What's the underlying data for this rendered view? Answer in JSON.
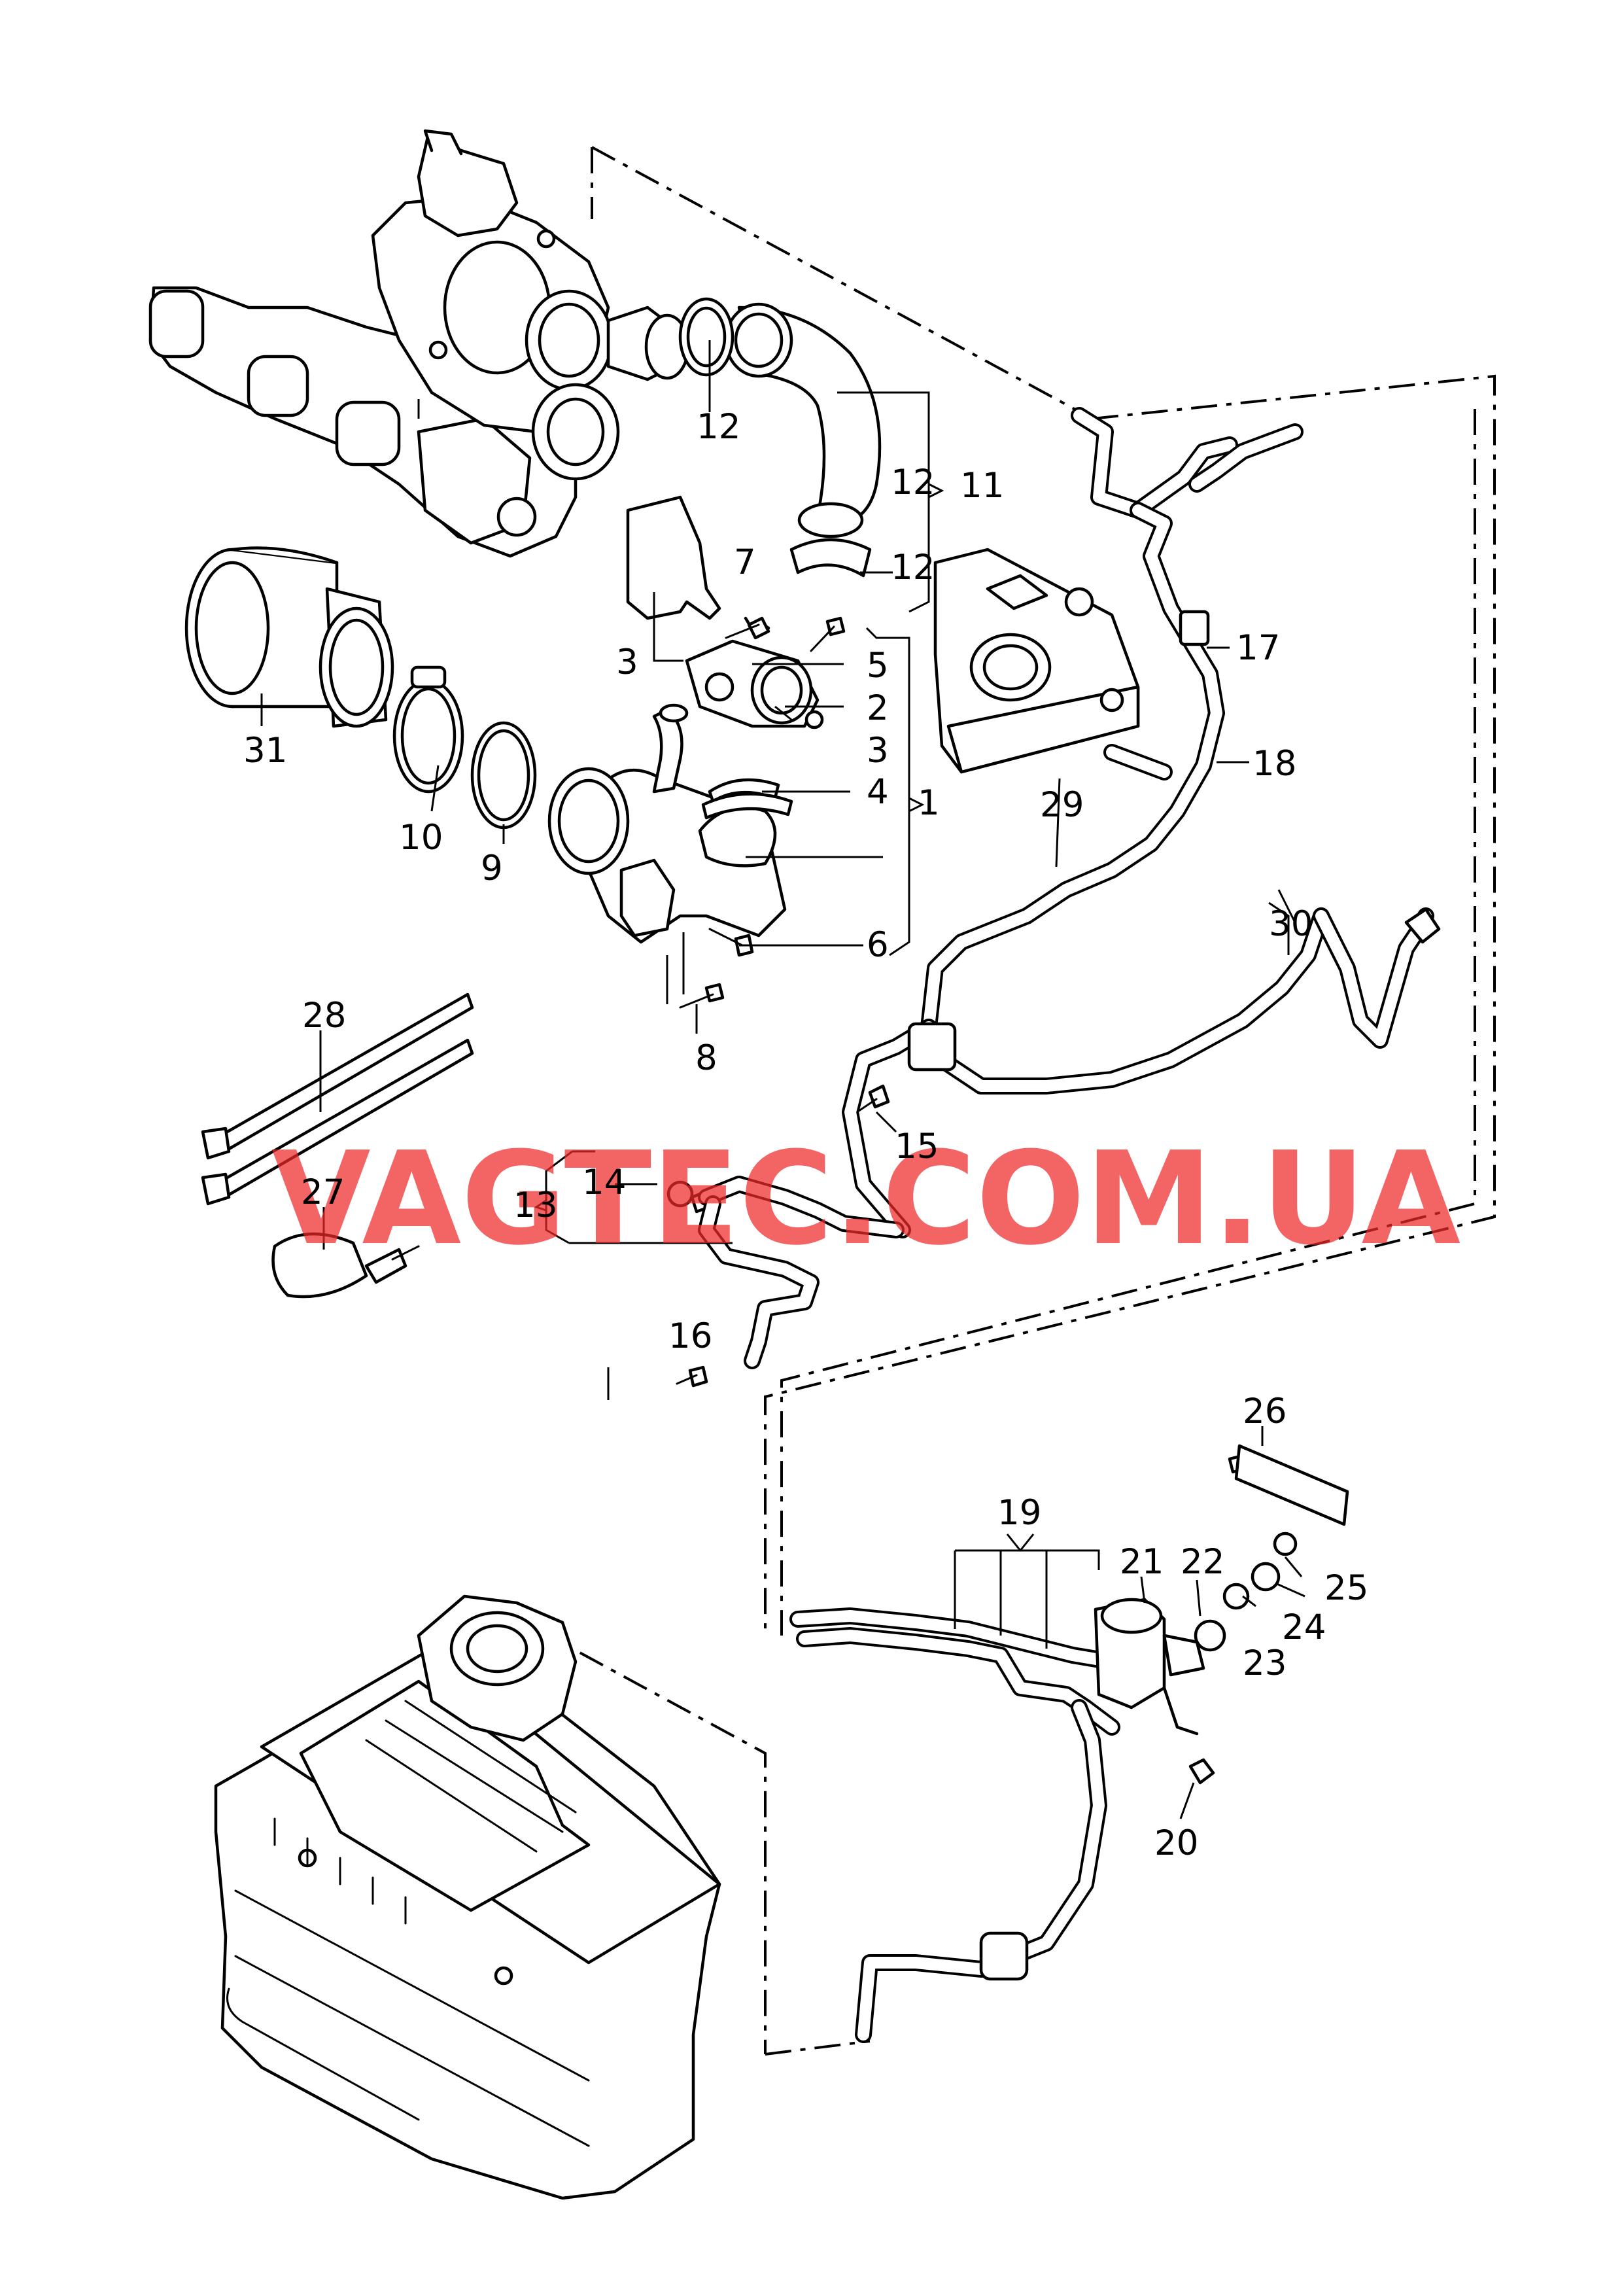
{
  "watermark": "VAGTEC.COM.UA",
  "callouts": {
    "c1": "1",
    "c2": "2",
    "c3a": "3",
    "c3b": "3",
    "c4": "4",
    "c5": "5",
    "c6": "6",
    "c7": "7",
    "c8": "8",
    "c9": "9",
    "c10": "10",
    "c11": "11",
    "c12a": "12",
    "c12b": "12",
    "c12c": "12",
    "c13": "13",
    "c14": "14",
    "c15": "15",
    "c16": "16",
    "c17": "17",
    "c18": "18",
    "c19": "19",
    "c20": "20",
    "c21": "21",
    "c22": "22",
    "c23": "23",
    "c24": "24",
    "c25": "25",
    "c26": "26",
    "c27": "27",
    "c28": "28",
    "c29": "29",
    "c30": "30",
    "c31": "31"
  }
}
